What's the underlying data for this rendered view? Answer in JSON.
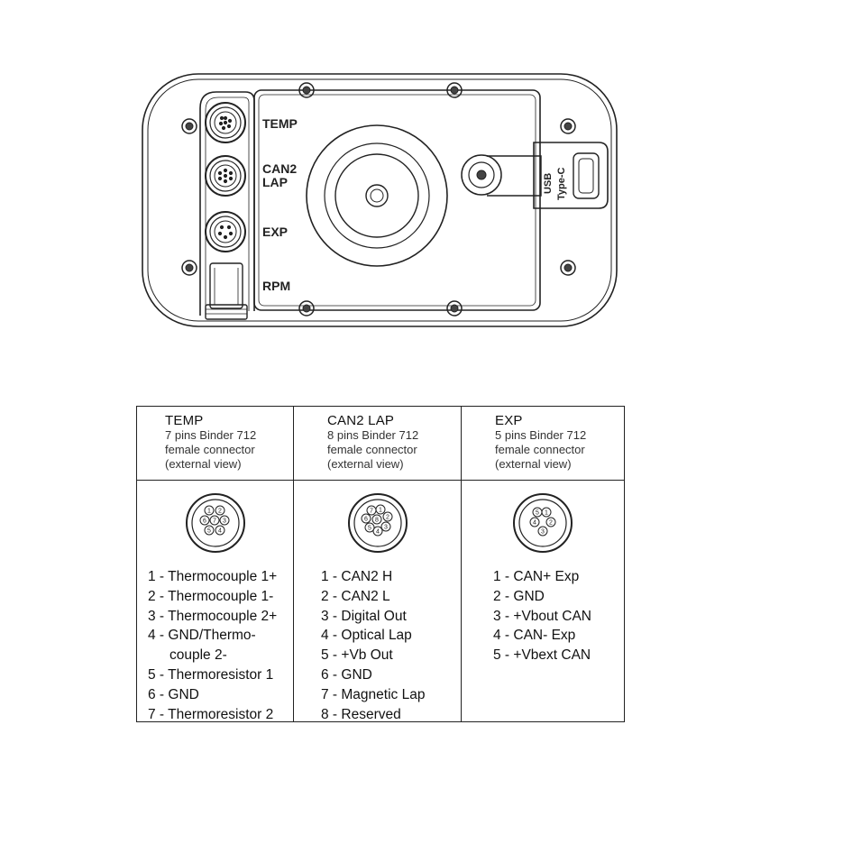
{
  "device": {
    "labels": {
      "temp": "TEMP",
      "can2": "CAN2",
      "lap": "LAP",
      "exp": "EXP",
      "rpm": "RPM",
      "usb_line1": "USB",
      "usb_line2": "Type-C"
    }
  },
  "table": {
    "columns": [
      {
        "title": "TEMP",
        "sub1": "7 pins Binder 712",
        "sub2": "female connector",
        "sub3": "(external view)",
        "pins": [
          {
            "text": "1 - Thermocouple 1+"
          },
          {
            "text": "2 - Thermocouple 1-"
          },
          {
            "text": "3 - Thermocouple 2+"
          },
          {
            "text": "4 - GND/Thermo-"
          },
          {
            "text": "couple 2-",
            "indent": true
          },
          {
            "text": "5 - Thermoresistor 1"
          },
          {
            "text": "6 - GND"
          },
          {
            "text": "7 - Thermoresistor 2"
          }
        ]
      },
      {
        "title": "CAN2 LAP",
        "sub1": "8 pins Binder 712",
        "sub2": "female connector",
        "sub3": "(external view)",
        "pins": [
          {
            "text": "1 - CAN2 H"
          },
          {
            "text": "2 - CAN2 L"
          },
          {
            "text": "3 - Digital Out"
          },
          {
            "text": "4 - Optical Lap"
          },
          {
            "text": "5 - +Vb Out"
          },
          {
            "text": "6 - GND"
          },
          {
            "text": "7 - Magnetic Lap"
          },
          {
            "text": "8 - Reserved"
          }
        ]
      },
      {
        "title": "EXP",
        "sub1": "5 pins Binder 712",
        "sub2": "female connector",
        "sub3": "(external view)",
        "pins": [
          {
            "text": "1 - CAN+ Exp"
          },
          {
            "text": "2 - GND"
          },
          {
            "text": "3 - +Vbout CAN"
          },
          {
            "text": "4 - CAN- Exp"
          },
          {
            "text": "5 - +Vbext CAN"
          }
        ]
      }
    ],
    "connector_pins": {
      "temp": [
        "1",
        "2",
        "3",
        "4",
        "5",
        "6",
        "7"
      ],
      "can2": [
        "1",
        "2",
        "3",
        "4",
        "5",
        "6",
        "7",
        "8"
      ],
      "exp": [
        "1",
        "2",
        "3",
        "4",
        "5"
      ]
    }
  }
}
